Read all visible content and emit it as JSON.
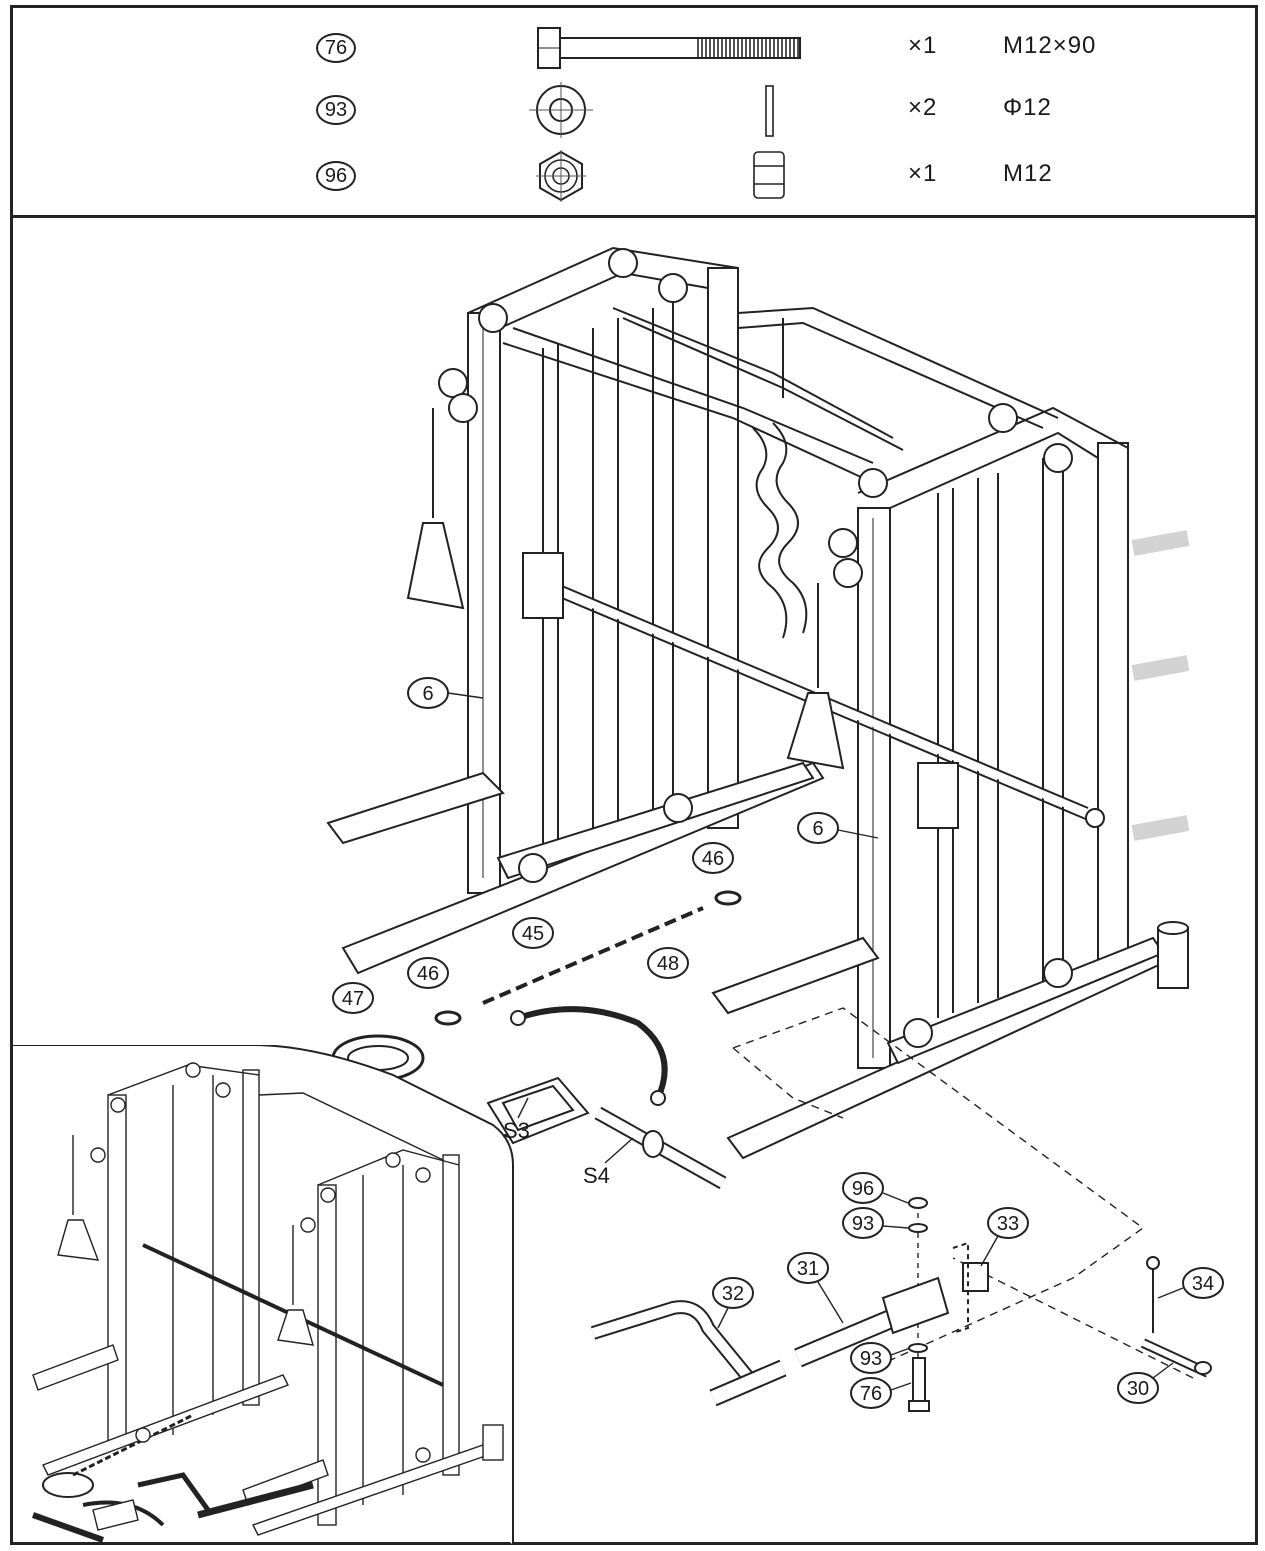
{
  "hardware": [
    {
      "id": "76",
      "qty": "×1",
      "spec": "M12×90"
    },
    {
      "id": "93",
      "qty": "×2",
      "spec": "Φ12"
    },
    {
      "id": "96",
      "qty": "×1",
      "spec": "M12"
    }
  ],
  "callouts": {
    "c6a": "6",
    "c6b": "6",
    "c46a": "46",
    "c45": "45",
    "c46b": "46",
    "c47": "47",
    "c48": "48",
    "c96": "96",
    "c93a": "93",
    "c33": "33",
    "c31": "31",
    "c32": "32",
    "c34": "34",
    "c93b": "93",
    "c76": "76",
    "c30": "30"
  },
  "plain_labels": {
    "s3": "S3",
    "s4": "S4"
  },
  "icons": [
    "bolt-icon",
    "washer-icon",
    "nut-icon",
    "pin-icon"
  ]
}
